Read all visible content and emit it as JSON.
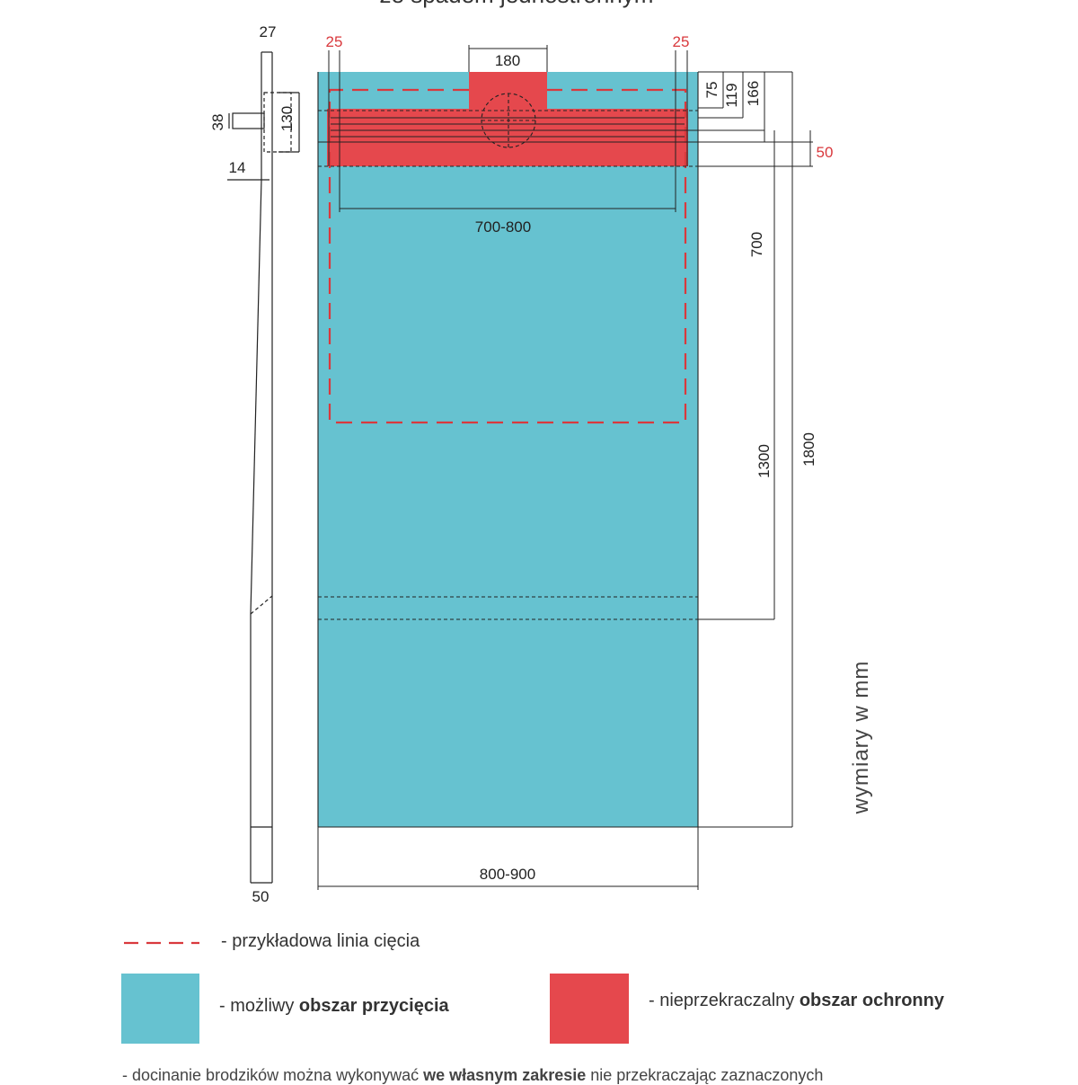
{
  "title": "ze spadem jednostronnym",
  "units_label": "wymiary w mm",
  "colors": {
    "cut_area": "#66c2d0",
    "protected_area": "#e5484d",
    "cut_line": "#d9393d",
    "line": "#222222"
  },
  "side_view": {
    "top_width": "27",
    "bottom_width": "50",
    "outlet_height": "38",
    "drain_depth": "130",
    "lip": "14"
  },
  "front_view": {
    "outlet_width": "180",
    "left_margin": "25",
    "right_margin": "25",
    "d75": "75",
    "d119": "119",
    "d166": "166",
    "d50": "50",
    "drain_span": "700-800",
    "d700": "700",
    "d1300": "1300",
    "d1800": "1800",
    "total_width": "800-900"
  },
  "legend": {
    "cut_line": {
      "text": "- przykładowa linia cięcia"
    },
    "cut_area": {
      "prefix": "- możliwy ",
      "bold": "obszar przycięcia"
    },
    "protected_area": {
      "prefix": "- nieprzekraczalny ",
      "bold": "obszar ochronny"
    }
  },
  "footnote": {
    "prefix": "- docinanie brodzików można wykonywać ",
    "bold": "we własnym zakresie",
    "suffix": " nie przekraczając zaznaczonych"
  }
}
